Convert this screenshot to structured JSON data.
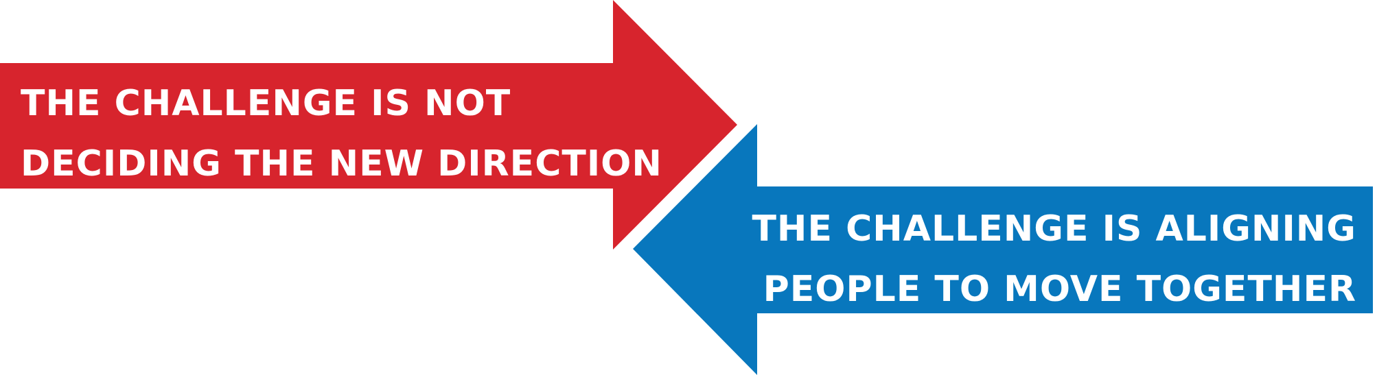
{
  "colors": {
    "red_arrow": "#D7242D",
    "blue_arrow": "#0877BD",
    "text": "#FFFFFF",
    "background": "#FFFFFF"
  },
  "arrows": {
    "right": {
      "direction": "right",
      "lines": [
        "THE CHALLENGE IS NOT",
        "DECIDING THE NEW DIRECTION"
      ]
    },
    "left": {
      "direction": "left",
      "lines": [
        "THE CHALLENGE IS ALIGNING",
        "PEOPLE TO MOVE TOGETHER"
      ]
    }
  }
}
